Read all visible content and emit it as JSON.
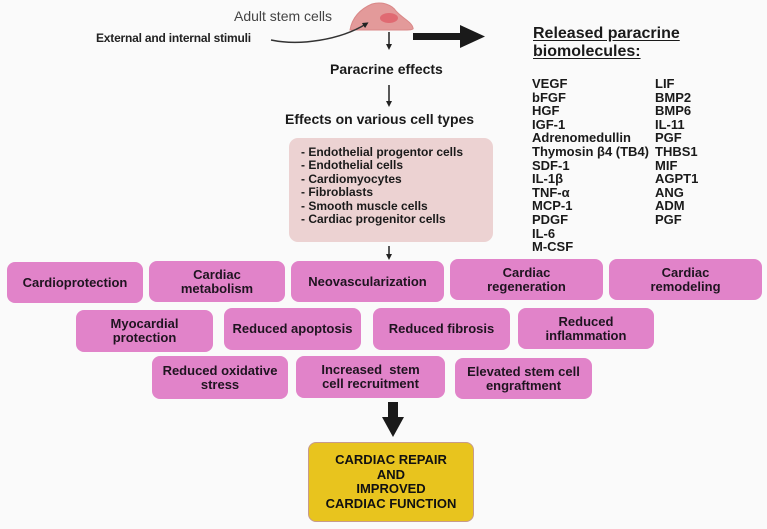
{
  "top": {
    "source_label": "Adult stem cells",
    "stimuli_label": "External and internal stimuli",
    "paracrine_label": "Paracrine effects",
    "cell_types_heading": "Effects on various cell types"
  },
  "released": {
    "title_line1": "Released paracrine",
    "title_line2": "biomolecules:",
    "column1": [
      "VEGF",
      "bFGF",
      "HGF",
      "IGF-1",
      "Adrenomedullin",
      "Thymosin β4 (TB4)",
      "SDF-1",
      "IL-1β",
      "TNF-α",
      "MCP-1",
      "PDGF",
      "IL-6",
      "M-CSF"
    ],
    "column2": [
      "LIF",
      "BMP2",
      "BMP6",
      "IL-11",
      "PGF",
      "THBS1",
      "MIF",
      "AGPT1",
      "ANG",
      "ADM",
      "PGF"
    ]
  },
  "cell_types": [
    "- Endothelial progentor cells",
    "- Endothelial cells",
    "- Cardiomyocytes",
    "- Fibroblasts",
    "- Smooth muscle cells",
    "- Cardiac progenitor cells"
  ],
  "effects": {
    "row1": [
      "Cardioprotection",
      "Cardiac metabolism",
      "Neovascularization",
      "Cardiac regeneration",
      "Cardiac remodeling"
    ],
    "row2": [
      "Myocardial protection",
      "Reduced apoptosis",
      "Reduced fibrosis",
      "Reduced inflammation"
    ],
    "row3": [
      "Reduced oxidative stress",
      "Increased  stem cell recruitment",
      "Elevated stem cell engraftment"
    ]
  },
  "outcome": {
    "line1": "CARDIAC REPAIR",
    "line2": "AND",
    "line3": "IMPROVED",
    "line4": "CARDIAC FUNCTION"
  },
  "colors": {
    "effect_box": "#e183c9",
    "cell_types_box": "#ecd2d2",
    "outcome_box": "#e8c41e",
    "stem_cell": "#e39a9a",
    "stem_cell_nucleus": "#e06a72"
  }
}
